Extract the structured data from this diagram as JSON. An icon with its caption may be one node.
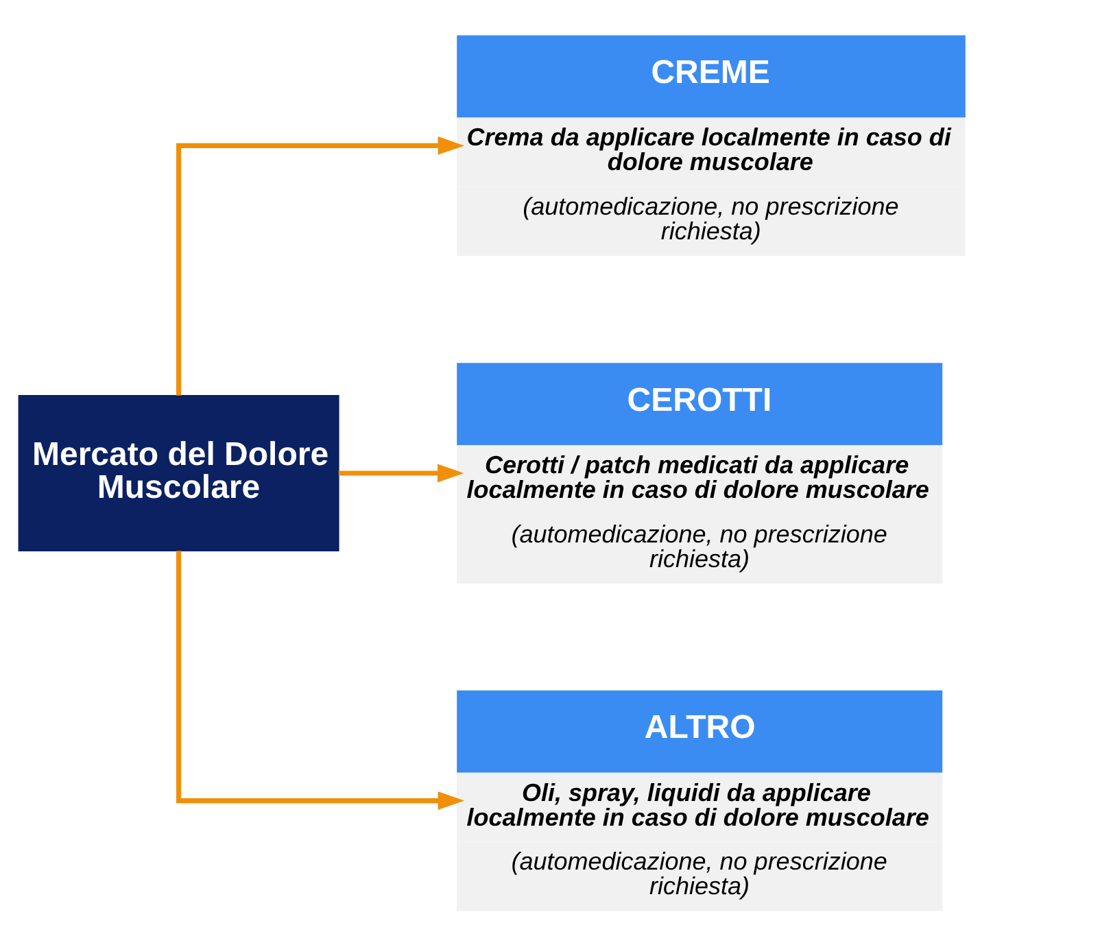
{
  "diagram": {
    "nodes": [
      {
        "text": [
          "Mercato del Dolore Muscolare"
        ]
      },
      {
        "text": [
          "CREME",
          "Crema da applicare localmente in caso di dolore muscolare",
          "(automedicazione, no prescrizione richiesta)"
        ]
      },
      {
        "text": [
          "CEROTTI",
          "Cerotti / patch medicati da applicare localmente in caso di dolore muscolare",
          "(automedicazione, no prescrizione richiesta)"
        ]
      },
      {
        "text": [
          "ALTRO",
          "Oli, spray, liquidi da applicare localmente in caso di dolore muscolare",
          "(automedicazione, no prescrizione richiesta)"
        ]
      }
    ],
    "edges": [
      {
        "from": 0,
        "to": 1,
        "arrow": "to"
      },
      {
        "from": 0,
        "to": 2,
        "arrow": "to"
      },
      {
        "from": 0,
        "to": 3,
        "arrow": "to"
      }
    ]
  }
}
